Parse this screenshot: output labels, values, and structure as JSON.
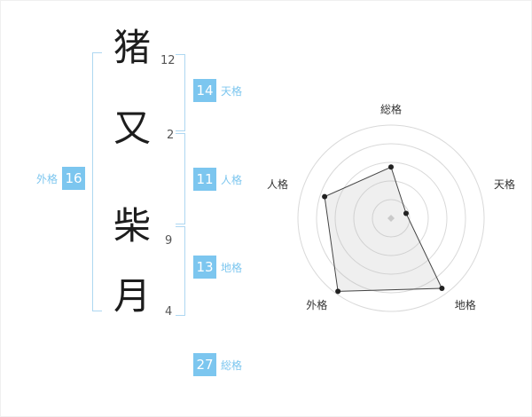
{
  "colors": {
    "accent_blue": "#7cc6ef",
    "bracket_blue": "#aed7f1",
    "kanji_color": "#1d1d1d",
    "stroke_count_color": "#555555"
  },
  "name_diagram": {
    "characters": [
      {
        "char": "猪",
        "strokes": "12"
      },
      {
        "char": "又",
        "strokes": "2"
      },
      {
        "char": "柴",
        "strokes": "9"
      },
      {
        "char": "月",
        "strokes": "4"
      }
    ],
    "categories": {
      "tenkaku": {
        "value": "14",
        "label": "天格"
      },
      "jinkaku": {
        "value": "11",
        "label": "人格"
      },
      "chikaku": {
        "value": "13",
        "label": "地格"
      },
      "gaikaku": {
        "value": "16",
        "label": "外格"
      },
      "soukaku": {
        "value": "27",
        "label": "総格"
      }
    }
  },
  "chart_data": {
    "type": "radar",
    "axes": [
      "総格",
      "天格",
      "地格",
      "外格",
      "人格"
    ],
    "values": [
      55,
      17,
      93,
      97,
      75
    ],
    "max": 100,
    "rings": 5,
    "start_angle_deg": -90,
    "direction": "clockwise",
    "ring_stroke": "#d9d9d9",
    "polygon_fill": "rgba(180,180,180,0.22)",
    "polygon_stroke": "#444444",
    "point_color": "#222222",
    "label_color": "#333333",
    "center_marker_color": "#c9c9c9"
  }
}
